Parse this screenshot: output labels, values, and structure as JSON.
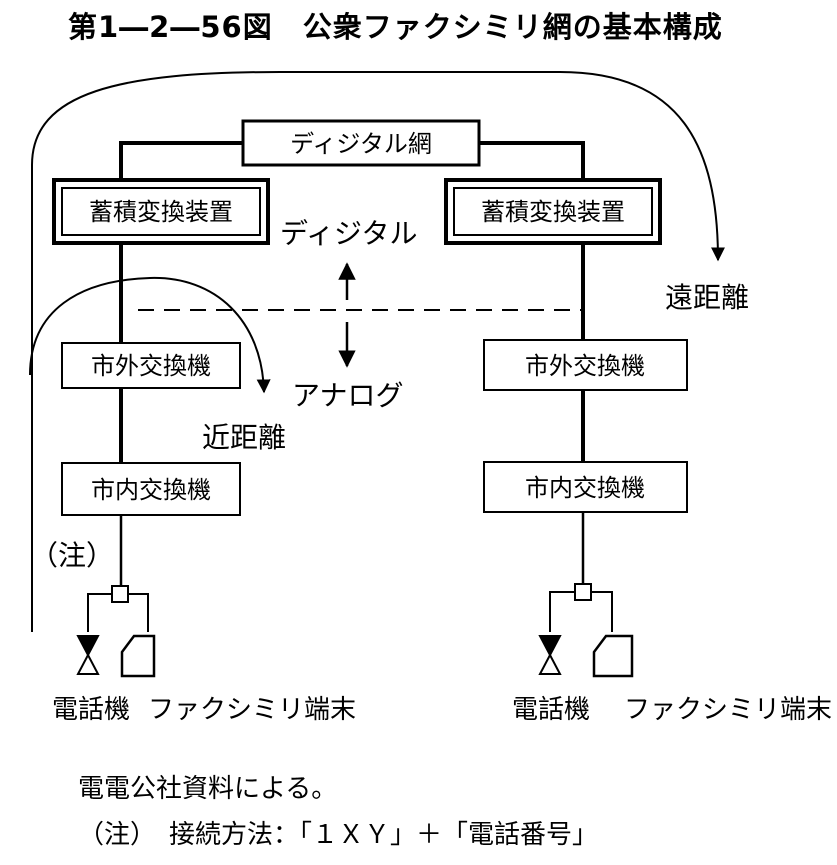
{
  "title": "第1―2―56図　公衆ファクシミリ網の基本構成",
  "network": {
    "digital_net": "ディジタル網",
    "store_forward": "蓄積変換装置",
    "toll_switch": "市外交換機",
    "local_switch": "市内交換機"
  },
  "labels": {
    "digital": "ディジタル",
    "analog": "アナログ",
    "long_distance": "遠距離",
    "short_distance": "近距離",
    "note_marker": "（注）"
  },
  "terminals": {
    "telephone": "電話機",
    "fax": "ファクシミリ端末"
  },
  "footer": {
    "source": "電電公社資料による。",
    "note": "（注）　接続方法：「１ＸＹ」＋「電話番号」"
  }
}
